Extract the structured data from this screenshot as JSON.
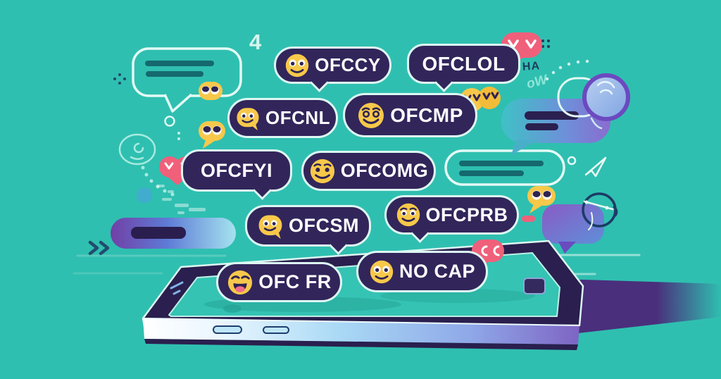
{
  "illustration_theme": {
    "background_color": "#2FBFB0",
    "bubble_fill_color": "#32255A",
    "bubble_border_color": "#DDF8F3",
    "bubble_text_color": "#FFFFFF",
    "emoji_yellow": "#F7C84A",
    "emoji_pink": "#F0607A",
    "dark_teal_line_color": "#15696E",
    "phone_frame_color": "#2A1F4E",
    "gradient_purple": "#7140A6",
    "gradient_blue": "#5E7BD6"
  },
  "bubbles": [
    {
      "label": "OFCCY",
      "emoji": "wide-eyes-smiley"
    },
    {
      "label": "OFCLOL",
      "emoji": "none"
    },
    {
      "label": "OFCNL",
      "emoji": "chat-bubble-smiley"
    },
    {
      "label": "OFCMP",
      "emoji": "raised-brow-smiley"
    },
    {
      "label": "OFCFYI",
      "emoji": "none"
    },
    {
      "label": "OFCOMG",
      "emoji": "raised-brow-smiley"
    },
    {
      "label": "OFCSM",
      "emoji": "chat-bubble-smiley"
    },
    {
      "label": "OFCPRB",
      "emoji": "raised-brow-smiley"
    },
    {
      "label": "OFC FR",
      "emoji": "laughing-smiley"
    },
    {
      "label": "NO CAP",
      "emoji": "wide-eyes-smiley"
    }
  ],
  "floating_texts": {
    "number": "4",
    "ha": "HA",
    "ow": "oW"
  },
  "decor_icons": [
    "outline-chat-bubble-icon",
    "heart-eyes-emoji-icon",
    "eyes-emoji-icon",
    "pink-v-eyes-emoji-icon",
    "gradient-chat-bubble-icon",
    "gradient-circle-icon",
    "paper-plane-icon",
    "double-chevron-icon",
    "smartphone",
    "dotted-arc",
    "speed-lines"
  ]
}
